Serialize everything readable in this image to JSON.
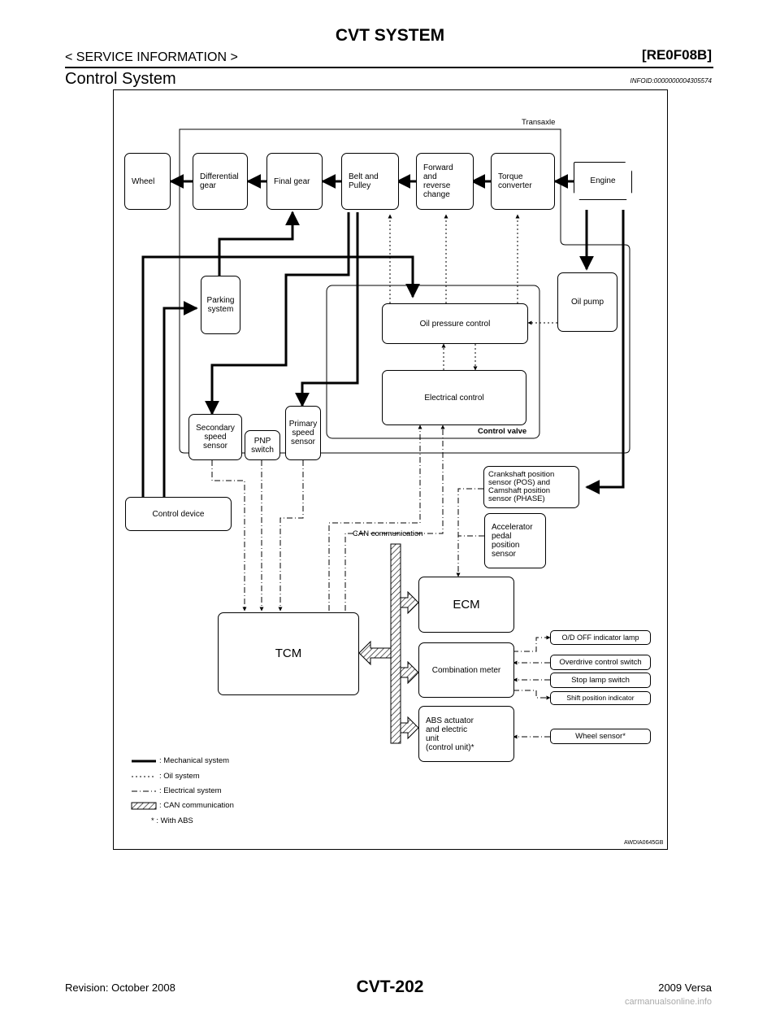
{
  "header": {
    "title": "CVT SYSTEM",
    "left": "< SERVICE INFORMATION >",
    "right": "[RE0F08B]"
  },
  "section": {
    "title": "Control System",
    "id": "INFOID:0000000004305574"
  },
  "diagram": {
    "transaxle_label": "Transaxle",
    "control_valve_label": "Control valve",
    "can_label": "CAN communication",
    "figure_code": "AWDIA0645GB",
    "boxes": {
      "wheel": "Wheel",
      "differential": "Differential\ngear",
      "final_gear": "Final gear",
      "belt": "Belt and\nPulley",
      "forward": "Forward and\nreverse\nchange",
      "torque": "Torque\nconverter",
      "engine": "Engine",
      "parking": "Parking\nsystem",
      "oil_pump": "Oil pump",
      "oil_pressure": "Oil pressure control",
      "electrical_control": "Electrical control",
      "secondary": "Secondary\nspeed\nsensor",
      "pnp": "PNP\nswitch",
      "primary": "Primary\nspeed\nsensor",
      "crankshaft": "Crankshaft position\nsensor (POS) and\nCamshaft position\nsensor (PHASE)",
      "accelerator": "Accelerator\npedal\nposition\nsensor",
      "control_device": "Control device",
      "ecm": "ECM",
      "tcm": "TCM",
      "combination": "Combination meter",
      "abs": "ABS actuator\nand electric\nunit\n(control unit)*",
      "od_off": "O/D OFF indicator lamp",
      "overdrive": "Overdrive control switch",
      "stop_lamp": "Stop lamp switch",
      "shift_position": "Shift position indicator",
      "wheel_sensor": "Wheel sensor*"
    },
    "legend": [
      ": Mechanical system",
      ": Oil system",
      ": Electrical system",
      ": CAN communication",
      "* : With ABS"
    ]
  },
  "footer": {
    "left": "Revision: October 2008",
    "center": "CVT-202",
    "right": "2009 Versa",
    "watermark": "carmanualsonline.info"
  }
}
